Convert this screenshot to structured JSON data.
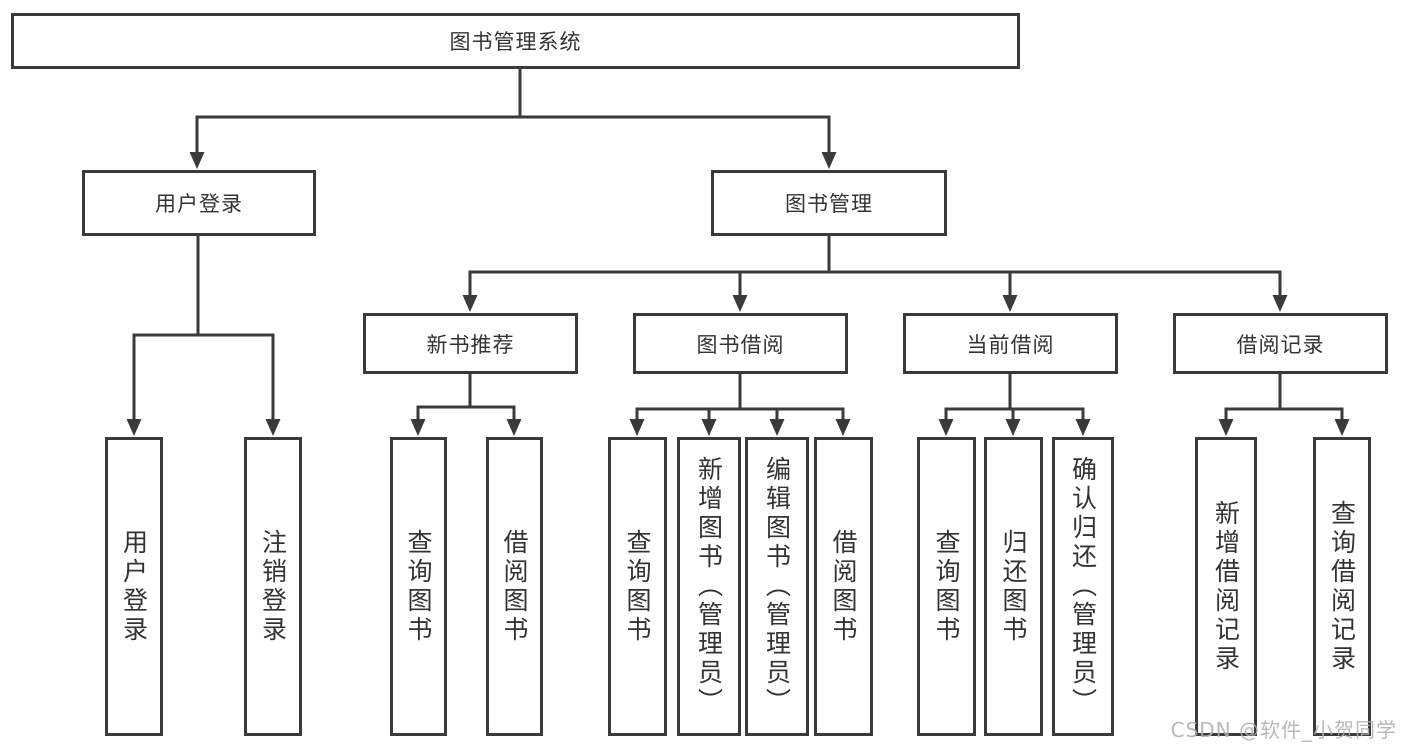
{
  "tree": {
    "root": "图书管理系统",
    "children": [
      {
        "label": "用户登录",
        "children": [
          {
            "label": "用户登录"
          },
          {
            "label": "注销登录"
          }
        ]
      },
      {
        "label": "图书管理",
        "children": [
          {
            "label": "新书推荐",
            "children": [
              {
                "label": "查询图书"
              },
              {
                "label": "借阅图书"
              }
            ]
          },
          {
            "label": "图书借阅",
            "children": [
              {
                "label": "查询图书"
              },
              {
                "label": "新增图书（管理员）"
              },
              {
                "label": "编辑图书（管理员）"
              },
              {
                "label": "借阅图书"
              }
            ]
          },
          {
            "label": "当前借阅",
            "children": [
              {
                "label": "查询图书"
              },
              {
                "label": "归还图书"
              },
              {
                "label": "确认归还（管理员）"
              }
            ]
          },
          {
            "label": "借阅记录",
            "children": [
              {
                "label": "新增借阅记录"
              },
              {
                "label": "查询借阅记录"
              }
            ]
          }
        ]
      }
    ]
  },
  "watermark": "CSDN @软件_小贺同学",
  "colors": {
    "line": "#3a3a3a",
    "text": "#333333",
    "background": "#ffffff",
    "watermark": "#afafaf"
  }
}
